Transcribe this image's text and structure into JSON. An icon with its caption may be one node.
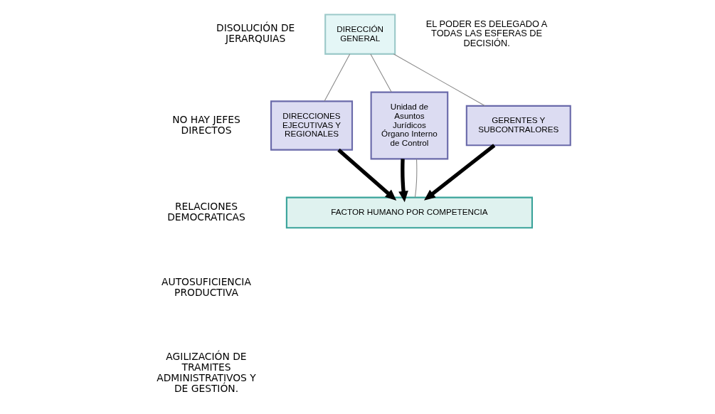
{
  "diagram": {
    "nodes": [
      {
        "text": [
          "DIRECCIÓN GENERAL"
        ]
      },
      {
        "text": [
          "DIRECCIONES EJECUTIVAS Y REGIONALES"
        ]
      },
      {
        "text": [
          "Unidad de Asuntos Jurídicos Órgano Interno de Control"
        ]
      },
      {
        "text": [
          "GERENTES Y SUBCONTRALORES"
        ]
      },
      {
        "text": [
          "FACTOR HUMANO POR COMPETENCIA"
        ]
      }
    ],
    "edges": [
      {
        "from": 0,
        "to": 1,
        "arrow": "none"
      },
      {
        "from": 0,
        "to": 2,
        "arrow": "none"
      },
      {
        "from": 0,
        "to": 3,
        "arrow": "none"
      },
      {
        "from": 1,
        "to": 4,
        "arrow": "to",
        "style": "thick",
        "color": "#000000"
      },
      {
        "from": 2,
        "to": 4,
        "arrow": "to",
        "style": "thick",
        "color": "#000000"
      },
      {
        "from": 2,
        "to": 4,
        "arrow": "none"
      },
      {
        "from": 3,
        "to": 4,
        "arrow": "to",
        "style": "thick",
        "color": "#000000"
      }
    ],
    "labels": [
      "EL PODER ES DELEGADO A TODAS LAS ESFERAS DE DECISIÓN.",
      "DISOLUCIÓN DE JERARQUIAS",
      "NO HAY JEFES DIRECTOS",
      "RELACIONES DEMOCRATICAS",
      "AUTOSUFICIENCIA PRODUCTIVA",
      "AGILIZACIÓN DE TRAMITES ADMINISTRATIVOS Y DE GESTIÓN."
    ]
  }
}
